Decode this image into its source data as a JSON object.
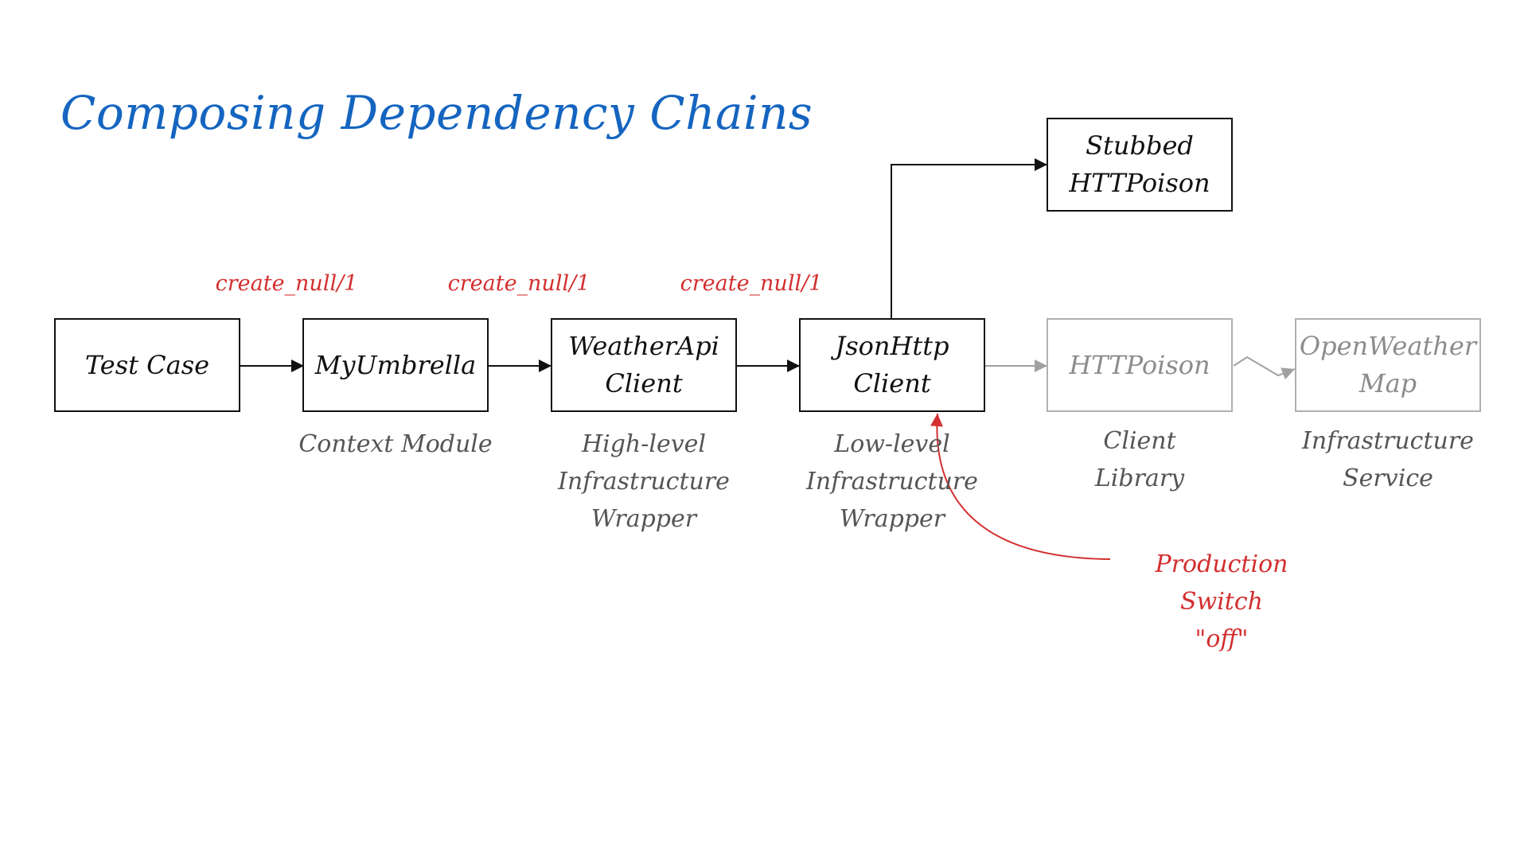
{
  "title": "Composing Dependency Chains",
  "nodes": {
    "test_case": {
      "label": "Test Case"
    },
    "my_umbrella": {
      "label": "MyUmbrella",
      "caption": "Context Module"
    },
    "weather_api_client": {
      "label": "WeatherApi\nClient",
      "caption": "High-level\nInfrastructure\nWrapper"
    },
    "json_http_client": {
      "label": "JsonHttp\nClient",
      "caption": "Low-level\nInfrastructure\nWrapper"
    },
    "stubbed_httpoison": {
      "label": "Stubbed\nHTTPoison"
    },
    "httpoison": {
      "label": "HTTPoison",
      "caption": "Client\nLibrary"
    },
    "open_weather_map": {
      "label": "OpenWeather\nMap",
      "caption": "Infrastructure\nService"
    }
  },
  "edge_labels": {
    "test_case_to_my_umbrella": "create_null/1",
    "my_umbrella_to_weather_api": "create_null/1",
    "weather_api_to_json_http": "create_null/1"
  },
  "annotation": {
    "label": "Production Switch\n\"off\""
  },
  "colors": {
    "title": "#1565c0",
    "annotation": "#d32f2f",
    "active": "#111111",
    "inactive": "#b0b0b0"
  }
}
